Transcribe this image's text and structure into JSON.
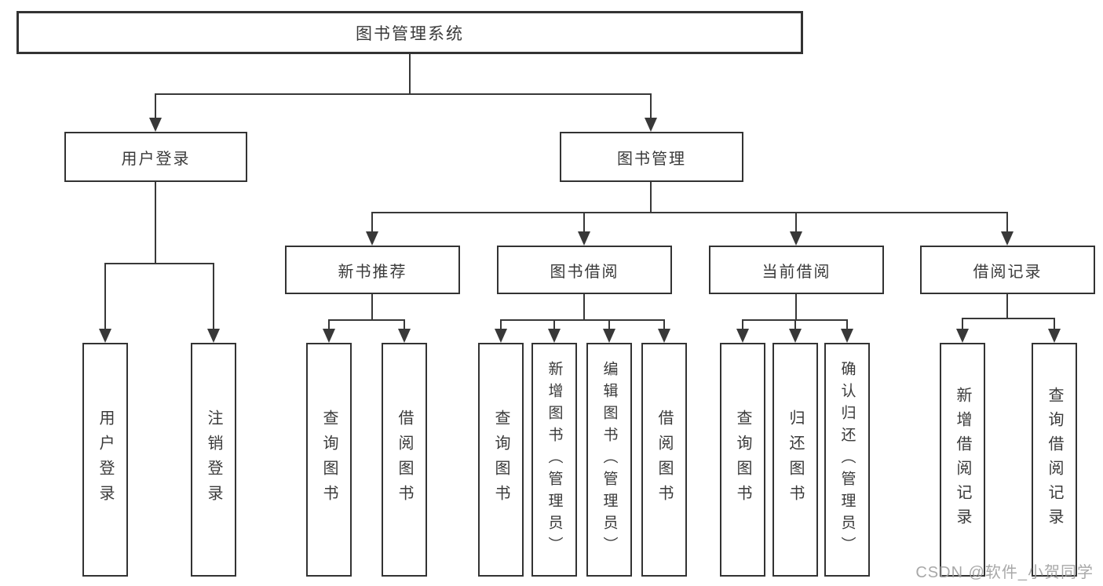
{
  "tree": {
    "root": {
      "label": "图书管理系统"
    },
    "branches": [
      {
        "label": "用户登录",
        "children": [
          {
            "label": "用户登录"
          },
          {
            "label": "注销登录"
          }
        ]
      },
      {
        "label": "图书管理",
        "sections": [
          {
            "label": "新书推荐",
            "children": [
              {
                "label": "查询图书"
              },
              {
                "label": "借阅图书"
              }
            ]
          },
          {
            "label": "图书借阅",
            "children": [
              {
                "label": "查询图书"
              },
              {
                "label": "新增图书（管理员）"
              },
              {
                "label": "编辑图书（管理员）"
              },
              {
                "label": "借阅图书"
              }
            ]
          },
          {
            "label": "当前借阅",
            "children": [
              {
                "label": "查询图书"
              },
              {
                "label": "归还图书"
              },
              {
                "label": "确认归还（管理员）"
              }
            ]
          },
          {
            "label": "借阅记录",
            "children": [
              {
                "label": "新增借阅记录"
              },
              {
                "label": "查询借阅记录"
              }
            ]
          }
        ]
      }
    ]
  },
  "watermark": {
    "text": "CSDN @软件_小贺同学"
  }
}
